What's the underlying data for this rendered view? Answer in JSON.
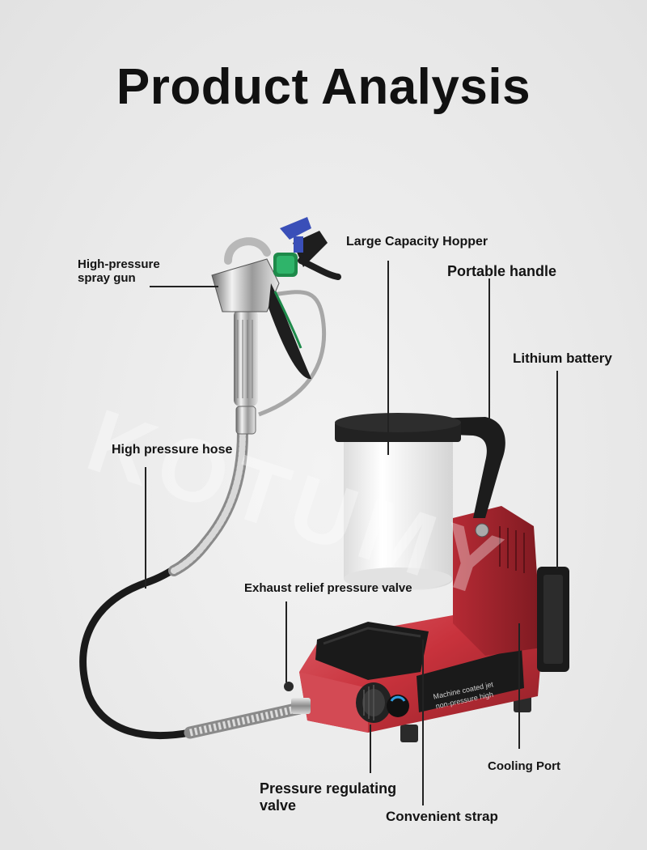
{
  "title": "Product Analysis",
  "labels": {
    "spray_gun_line1": "High-pressure",
    "spray_gun_line2": "spray gun",
    "hopper": "Large Capacity Hopper",
    "handle": "Portable handle",
    "battery": "Lithium battery",
    "hose": "High pressure hose",
    "exhaust_valve": "Exhaust relief pressure valve",
    "pressure_valve_line1": "Pressure regulating",
    "pressure_valve_line2": "valve",
    "strap": "Convenient strap",
    "cooling": "Cooling Port"
  },
  "body_text": {
    "line1": "Machine coated jet",
    "line2": "non-pressure high"
  },
  "watermark": "KOTUMY",
  "colors": {
    "background": "#ececec",
    "body_red": "#c8323c",
    "hopper": "#f4f4f4",
    "handle": "#1c1c1c",
    "gun_accent_green": "#1e8a4a",
    "gun_tip_blue": "#3a4fb8"
  }
}
